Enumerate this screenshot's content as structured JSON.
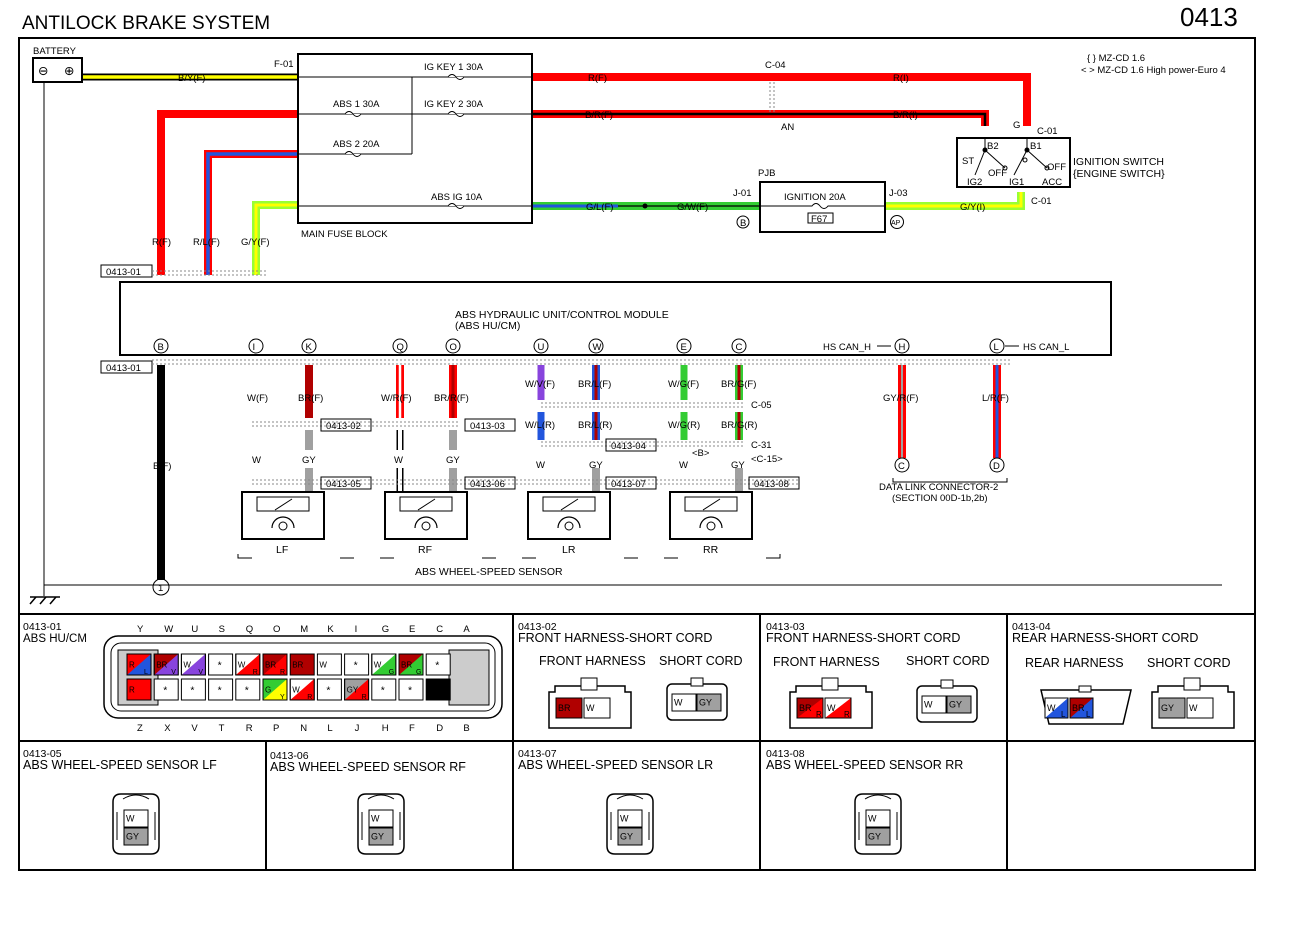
{
  "title": "ANTILOCK BRAKE SYSTEM",
  "page_no": "0413",
  "legend": [
    "{ } MZ-CD 1.6",
    "< > MZ-CD 1.6 High power-Euro 4"
  ],
  "colors": {
    "red": "#ff0000",
    "darkred": "#b00000",
    "blue": "#2255dd",
    "yellow": "#ffff00",
    "green": "#33cc33",
    "lime": "#99ff33",
    "gray": "#a0a0a0",
    "black": "#000000",
    "purple": "#8844dd",
    "darkgray": "#777777"
  },
  "top": {
    "battery": "BATTERY",
    "battery_minus": "⊖",
    "battery_plus": "⊕",
    "byf": "B/Y(F)",
    "f01": "F-01",
    "ig_key1": "IG KEY 1 30A",
    "abs1": "ABS 1 30A",
    "ig_key2": "IG KEY 2 30A",
    "abs2": "ABS 2 20A",
    "abs_ig": "ABS IG 10A",
    "main_fuse_block": "MAIN FUSE BLOCK",
    "rf_top": "R(F)",
    "c04": "C-04",
    "ri": "R(I)",
    "brf_top": "B/R(F)",
    "an": "AN",
    "bri": "B/R(I)",
    "g": "G",
    "c01a": "C-01",
    "c01b": "C-01",
    "b2": "B2",
    "b1": "B1",
    "st": "ST",
    "off1": "OFF",
    "off2": "OFF",
    "ig2": "IG2",
    "ig1": "IG1",
    "acc": "ACC",
    "ign_switch": "IGNITION SWITCH",
    "eng_switch": "{ENGINE SWITCH}",
    "pjb": "PJB",
    "j01": "J-01",
    "ignition20": "IGNITION 20A",
    "f67": "F67",
    "j03": "J-03",
    "glf": "G/L(F)",
    "gwf": "G/W(F)",
    "gyi": "G/Y(I)",
    "b_circle": "B",
    "ap_circle": "AP",
    "rf_left": "R(F)",
    "rlf": "R/L(F)",
    "gyf": "G/Y(F)",
    "ref1": "0413-01",
    "z": "Z",
    "y": "Y",
    "n": "N"
  },
  "module": {
    "name1": "ABS HYDRAULIC UNIT/CONTROL MODULE",
    "name2": "(ABS HU/CM)",
    "pins": [
      "B",
      "I",
      "K",
      "Q",
      "O",
      "U",
      "W",
      "E",
      "C",
      "H",
      "L"
    ],
    "hs_can_h": "HS CAN_H",
    "hs_can_l": "HS CAN_L",
    "ref": "0413-01"
  },
  "lower": {
    "bf": "B(F)",
    "wf": "W(F)",
    "brf1": "BR(F)",
    "wrf": "W/R(F)",
    "brrf": "BR/R(F)",
    "wvf": "W/V(F)",
    "brlf": "BR/L(F)",
    "wgf": "W/G(F)",
    "brgf": "BR/G(F)",
    "c05": "C-05",
    "wlr": "W/L(R)",
    "brlr": "BR/L(R)",
    "wgr": "W/G(R)",
    "brgr": "BR/G(R)",
    "c31": "C-31",
    "bb": "<B>",
    "c15": "<C-15>",
    "ref02": "0413-02",
    "ref03": "0413-03",
    "ref04": "0413-04",
    "ref05": "0413-05",
    "ref06": "0413-06",
    "ref07": "0413-07",
    "ref08": "0413-08",
    "w": "W",
    "gy": "GY",
    "sensors": [
      "LF",
      "RF",
      "LR",
      "RR"
    ],
    "sensor_group": "ABS WHEEL-SPEED SENSOR",
    "gyrf": "GY/R(F)",
    "lrf": "L/R(F)",
    "dlc_c": "C",
    "dlc_d": "D",
    "dlc1": "DATA LINK CONNECTOR-2",
    "dlc2": "(SECTION 00D-1b,2b)",
    "ground": "1"
  },
  "panels": {
    "p01": {
      "id": "0413-01",
      "name": "ABS HU/CM",
      "top_pins": [
        "Y",
        "W",
        "U",
        "S",
        "Q",
        "O",
        "M",
        "K",
        "I",
        "G",
        "E",
        "C",
        "A"
      ],
      "bottom_pins": [
        "Z",
        "X",
        "V",
        "T",
        "R",
        "P",
        "N",
        "L",
        "J",
        "H",
        "F",
        "D",
        "B"
      ],
      "row1": [
        "R|L",
        "BR|V",
        "W|V",
        "*",
        "W|R",
        "BR|R",
        "BR",
        "W",
        "*",
        "W|G",
        "BR|G",
        "*"
      ],
      "row2": [
        "R",
        "*",
        "*",
        "*",
        "*",
        "G|Y",
        "W|R",
        "*",
        "GY|R",
        "*",
        "*",
        "B"
      ]
    },
    "p02": {
      "id": "0413-02",
      "name": "FRONT HARNESS-SHORT CORD",
      "left": "FRONT HARNESS",
      "right": "SHORT CORD",
      "lpins": [
        "BR",
        "W"
      ],
      "rpins": [
        "W",
        "GY"
      ]
    },
    "p03": {
      "id": "0413-03",
      "name": "FRONT HARNESS-SHORT CORD",
      "left": "FRONT HARNESS",
      "right": "SHORT CORD",
      "lpins": [
        "BR|R",
        "W|R"
      ],
      "rpins": [
        "W",
        "GY"
      ]
    },
    "p04": {
      "id": "0413-04",
      "name": "REAR HARNESS-SHORT CORD",
      "left": "REAR HARNESS",
      "right": "SHORT CORD",
      "lpins": [
        "W|L",
        "BR|L"
      ],
      "rpins": [
        "GY",
        "W"
      ]
    },
    "p05": {
      "id": "0413-05",
      "name": "ABS WHEEL-SPEED SENSOR LF",
      "pins": [
        "W",
        "GY"
      ]
    },
    "p06": {
      "id": "0413-06",
      "name": "ABS WHEEL-SPEED SENSOR RF",
      "pins": [
        "W",
        "GY"
      ]
    },
    "p07": {
      "id": "0413-07",
      "name": "ABS WHEEL-SPEED SENSOR LR",
      "pins": [
        "W",
        "GY"
      ]
    },
    "p08": {
      "id": "0413-08",
      "name": "ABS WHEEL-SPEED SENSOR RR",
      "pins": [
        "W",
        "GY"
      ]
    }
  }
}
